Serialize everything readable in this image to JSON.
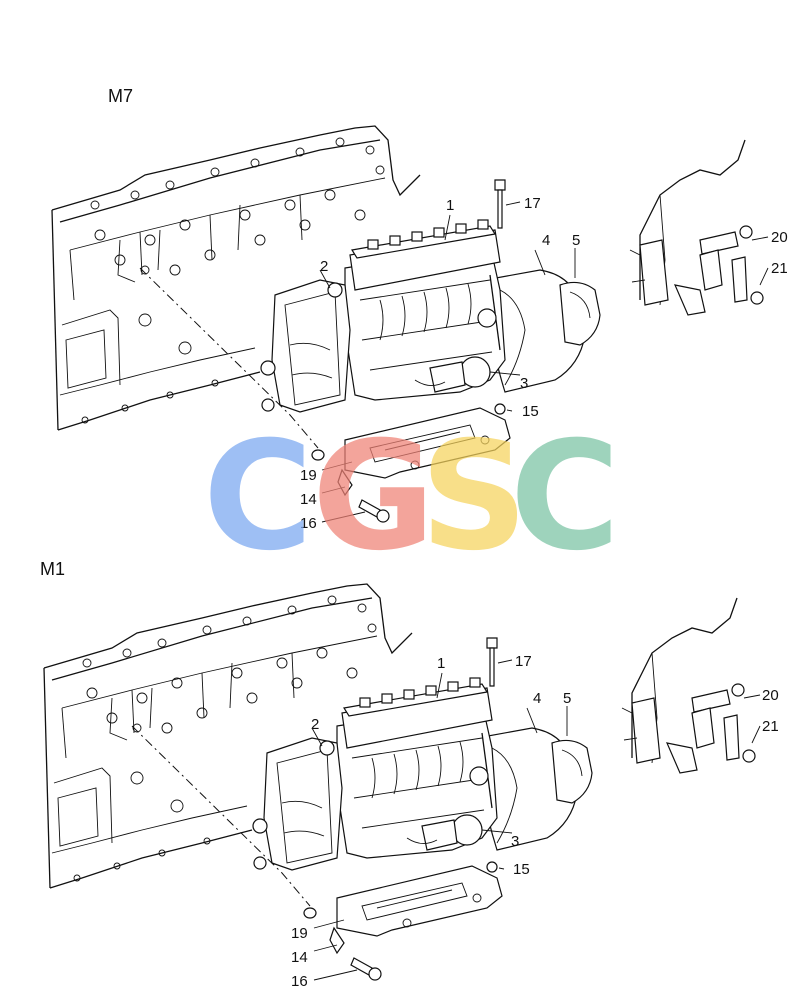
{
  "sections": [
    {
      "label": "M7",
      "callouts": {
        "p1": "1",
        "p2": "2",
        "p3": "3",
        "p4": "4",
        "p5": "5",
        "p14": "14",
        "p15": "15",
        "p16": "16",
        "p17": "17",
        "p19": "19",
        "p20": "20",
        "p21": "21"
      }
    },
    {
      "label": "M1",
      "callouts": {
        "p1": "1",
        "p2": "2",
        "p3": "3",
        "p4": "4",
        "p5": "5",
        "p14": "14",
        "p15": "15",
        "p16": "16",
        "p17": "17",
        "p19": "19",
        "p20": "20",
        "p21": "21"
      }
    }
  ],
  "watermark": {
    "letters": [
      "C",
      "G",
      "S",
      "C"
    ],
    "colors": [
      "#7aa7f0",
      "#ef8276",
      "#f6d35c",
      "#79c3a3"
    ]
  }
}
